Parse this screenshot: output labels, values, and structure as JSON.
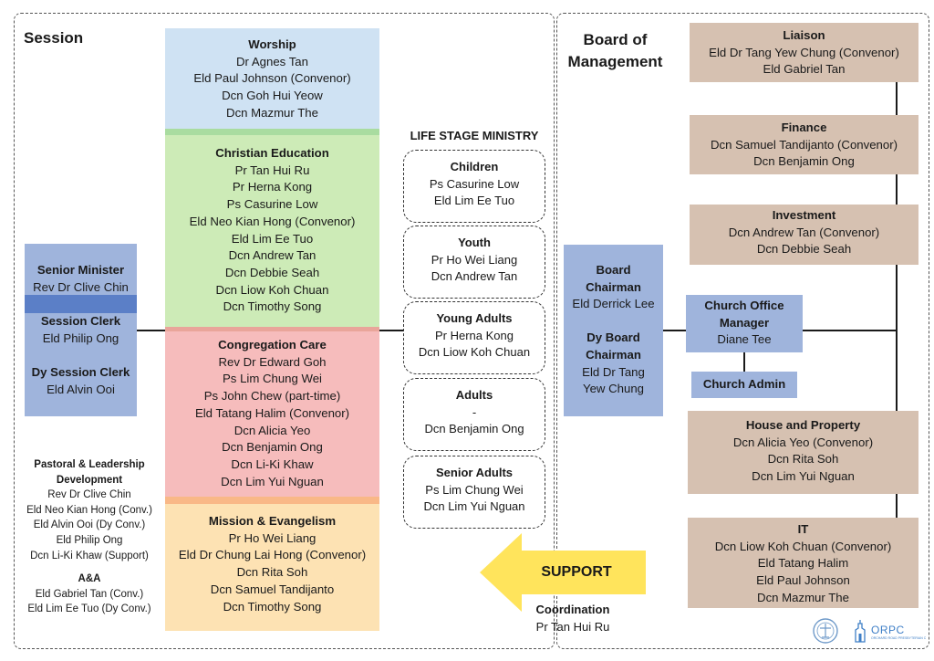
{
  "session": {
    "title": "Session",
    "senior_minister": {
      "title": "Senior Minister",
      "name": "Rev Dr Clive Chin"
    },
    "session_clerk": {
      "title": "Session Clerk",
      "name": "Eld Philip Ong"
    },
    "dy_session_clerk": {
      "title": "Dy Session Clerk",
      "name": "Eld Alvin Ooi"
    }
  },
  "committees": {
    "worship": {
      "title": "Worship",
      "members": [
        "Dr Agnes Tan",
        "Eld Paul Johnson (Convenor)",
        "Dcn Goh Hui Yeow",
        "Dcn Mazmur The"
      ]
    },
    "christian_education": {
      "title": "Christian Education",
      "members": [
        "Pr Tan Hui Ru",
        "Pr Herna Kong",
        "Ps Casurine Low",
        "Eld Neo Kian Hong (Convenor)",
        "Eld Lim Ee Tuo",
        "Dcn Andrew Tan",
        "Dcn Debbie Seah",
        "Dcn Liow Koh Chuan",
        "Dcn Timothy Song"
      ]
    },
    "congregation_care": {
      "title": "Congregation Care",
      "members": [
        "Rev Dr Edward Goh",
        "Ps Lim Chung Wei",
        "Ps John Chew (part-time)",
        "Eld Tatang Halim (Convenor)",
        "Dcn Alicia Yeo",
        "Dcn Benjamin Ong",
        "Dcn Li-Ki Khaw",
        "Dcn Lim Yui Nguan"
      ]
    },
    "mission": {
      "title": "Mission & Evangelism",
      "members": [
        "Pr Ho Wei Liang",
        "Eld Dr Chung Lai Hong (Convenor)",
        "Dcn Rita Soh",
        "Dcn Samuel Tandijanto",
        "Dcn Timothy Song"
      ]
    }
  },
  "pastoral": {
    "title": "Pastoral & Leadership Development",
    "members": [
      "Rev Dr Clive Chin",
      "Eld Neo Kian Hong (Conv.)",
      "Eld Alvin Ooi (Dy Conv.)",
      "Eld Philip Ong",
      "Dcn Li-Ki Khaw (Support)"
    ]
  },
  "aa": {
    "title": "A&A",
    "members": [
      "Eld Gabriel Tan (Conv.)",
      "Eld Lim Ee Tuo (Dy Conv.)"
    ]
  },
  "life_stage": {
    "title": "LIFE STAGE MINISTRY",
    "groups": [
      {
        "title": "Children",
        "members": [
          "Ps Casurine Low",
          "Eld Lim Ee Tuo"
        ]
      },
      {
        "title": "Youth",
        "members": [
          "Pr Ho Wei Liang",
          "Dcn Andrew Tan"
        ]
      },
      {
        "title": "Young Adults",
        "members": [
          "Pr Herna Kong",
          "Dcn Liow Koh Chuan"
        ]
      },
      {
        "title": "Adults",
        "members": [
          "-",
          "Dcn Benjamin Ong"
        ]
      },
      {
        "title": "Senior Adults",
        "members": [
          "Ps Lim Chung Wei",
          "Dcn Lim Yui Nguan"
        ]
      }
    ]
  },
  "support": {
    "label": "SUPPORT",
    "coordination_title": "Coordination",
    "coordination_name": "Pr Tan Hui Ru"
  },
  "board": {
    "title_line1": "Board of",
    "title_line2": "Management",
    "chairman": {
      "title_line1": "Board",
      "title_line2": "Chairman",
      "name": "Eld Derrick Lee"
    },
    "dy_chairman": {
      "title_line1": "Dy Board",
      "title_line2": "Chairman",
      "name_line1": "Eld Dr Tang",
      "name_line2": "Yew Chung"
    },
    "office_manager": {
      "title_line1": "Church Office",
      "title_line2": "Manager",
      "name": "Diane Tee"
    },
    "church_admin": "Church Admin"
  },
  "board_committees": {
    "liaison": {
      "title": "Liaison",
      "members": [
        "Eld Dr Tang Yew Chung (Convenor)",
        "Eld Gabriel Tan"
      ]
    },
    "finance": {
      "title": "Finance",
      "members": [
        "Dcn Samuel Tandijanto (Convenor)",
        "Dcn Benjamin Ong"
      ]
    },
    "investment": {
      "title": "Investment",
      "members": [
        "Dcn Andrew Tan (Convenor)",
        "Dcn Debbie Seah"
      ]
    },
    "property": {
      "title": "House and Property",
      "members": [
        "Dcn Alicia Yeo (Convenor)",
        "Dcn Rita Soh",
        "Dcn Lim Yui Nguan"
      ]
    },
    "it": {
      "title": "IT",
      "members": [
        "Dcn Liow Koh Chuan (Convenor)",
        "Eld Tatang Halim",
        "Eld Paul Johnson",
        "Dcn Mazmur The"
      ]
    }
  },
  "logos": {
    "orpc_text": "ORPC",
    "orpc_subtext": "ORCHARD ROAD PRESBYTERIAN CHURCH"
  },
  "colors": {
    "blue": "#9fb4dc",
    "blue_dark": "#5b7fc7",
    "worship": "#cfe2f3",
    "christian_ed": "#cdebb7",
    "care": "#f6bcbc",
    "mission": "#fde2b3",
    "brown": "#d6c1b1",
    "support": "#ffe45c"
  }
}
